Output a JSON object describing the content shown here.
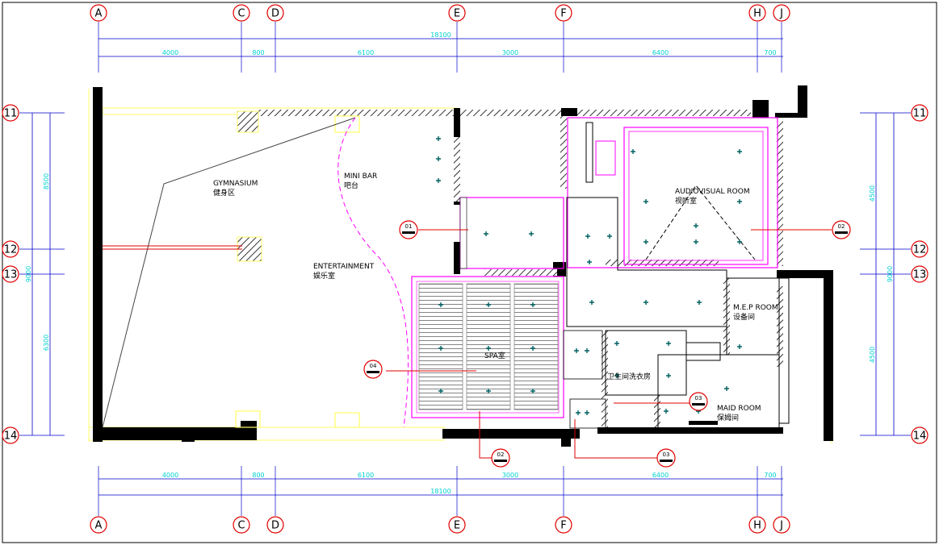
{
  "grid": {
    "columns": [
      "A",
      "C",
      "D",
      "E",
      "F",
      "H",
      "J"
    ],
    "rows": [
      "11",
      "12",
      "13",
      "14"
    ]
  },
  "dimensions": {
    "total": "18100",
    "segments": [
      "4000",
      "800",
      "6100",
      "3000",
      "6400",
      "700"
    ],
    "rows_left": [
      "8500",
      "9000",
      "6300"
    ],
    "rows_right": [
      "4500",
      "9000",
      "4500"
    ]
  },
  "rooms": {
    "gymnasium": {
      "en": "GYMNASIUM",
      "cn": "健身区"
    },
    "mini_bar": {
      "en": "MINI BAR",
      "cn": "吧台"
    },
    "entertainment": {
      "en": "ENTERTAINMENT",
      "cn": "娱乐室"
    },
    "audiovisual": {
      "en": "AUDIOVISUAL ROOM",
      "cn": "视听室"
    },
    "mep": {
      "en": "M.E.P ROOM",
      "cn": "设备间"
    },
    "spa": {
      "cn": "SPA室"
    },
    "laundry": {
      "cn": "卫生间洗衣房"
    },
    "maid": {
      "en": "MAID ROOM",
      "cn": "保姆间"
    }
  },
  "section_markers": [
    "01",
    "02",
    "02",
    "03",
    "03",
    "04"
  ],
  "colors": {
    "wall": "#000000",
    "hatch": "#ffff66",
    "magenta": "#ff00ff",
    "cyan": "#00d0d0",
    "red": "#e00000",
    "grid_blue": "#0000cc"
  }
}
